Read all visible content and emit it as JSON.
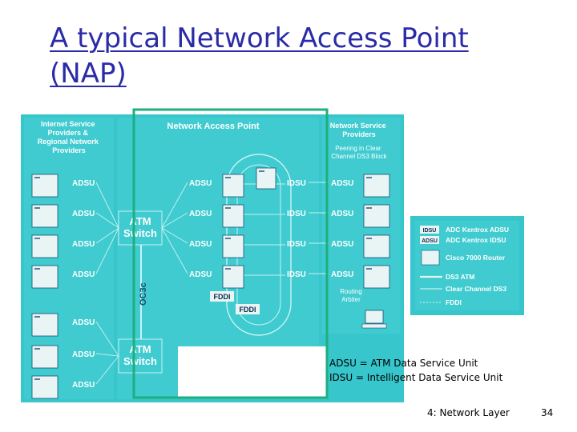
{
  "slide": {
    "title": "A typical Network Access Point (NAP)",
    "footer_label": "4: Network Layer",
    "page_number": "34"
  },
  "diagram": {
    "colors": {
      "background": "#36c6cc",
      "panel": "#43cfd4",
      "device": "#e9f5f5",
      "line": "#bff0f0",
      "text": "#ffffff",
      "highlight_box": "#1fae7e"
    },
    "columns": {
      "left_header": "Internet Service Providers & Regional Network Providers",
      "center_header": "Network Access Point",
      "right_header": "Network Service Providers",
      "right_subheader": "Peering in Clear Channel DS3 Block"
    },
    "adsu_label": "ADSU",
    "idsu_label": "IDSU",
    "atm_switch_label": "ATM Switch",
    "oc3c_label": "OC3c",
    "fddi_label": "FDDI",
    "routing_arbiter_label": "Routing Arbiter",
    "key": [
      {
        "tag": "IDSU",
        "text": "ADC Kentrox ADSU"
      },
      {
        "tag": "ADSU",
        "text": "ADC Kentrox IDSU"
      },
      {
        "tag": "",
        "text": "Cisco 7000 Router"
      },
      {
        "tag": "",
        "text": "DS3 ATM"
      },
      {
        "tag": "",
        "text": "Clear Channel DS3"
      },
      {
        "tag": "",
        "text": "FDDI"
      }
    ]
  },
  "legend": {
    "adsu_definition": "ADSU = ATM Data Service Unit",
    "idsu_definition": "IDSU = Intelligent Data Service Unit"
  }
}
